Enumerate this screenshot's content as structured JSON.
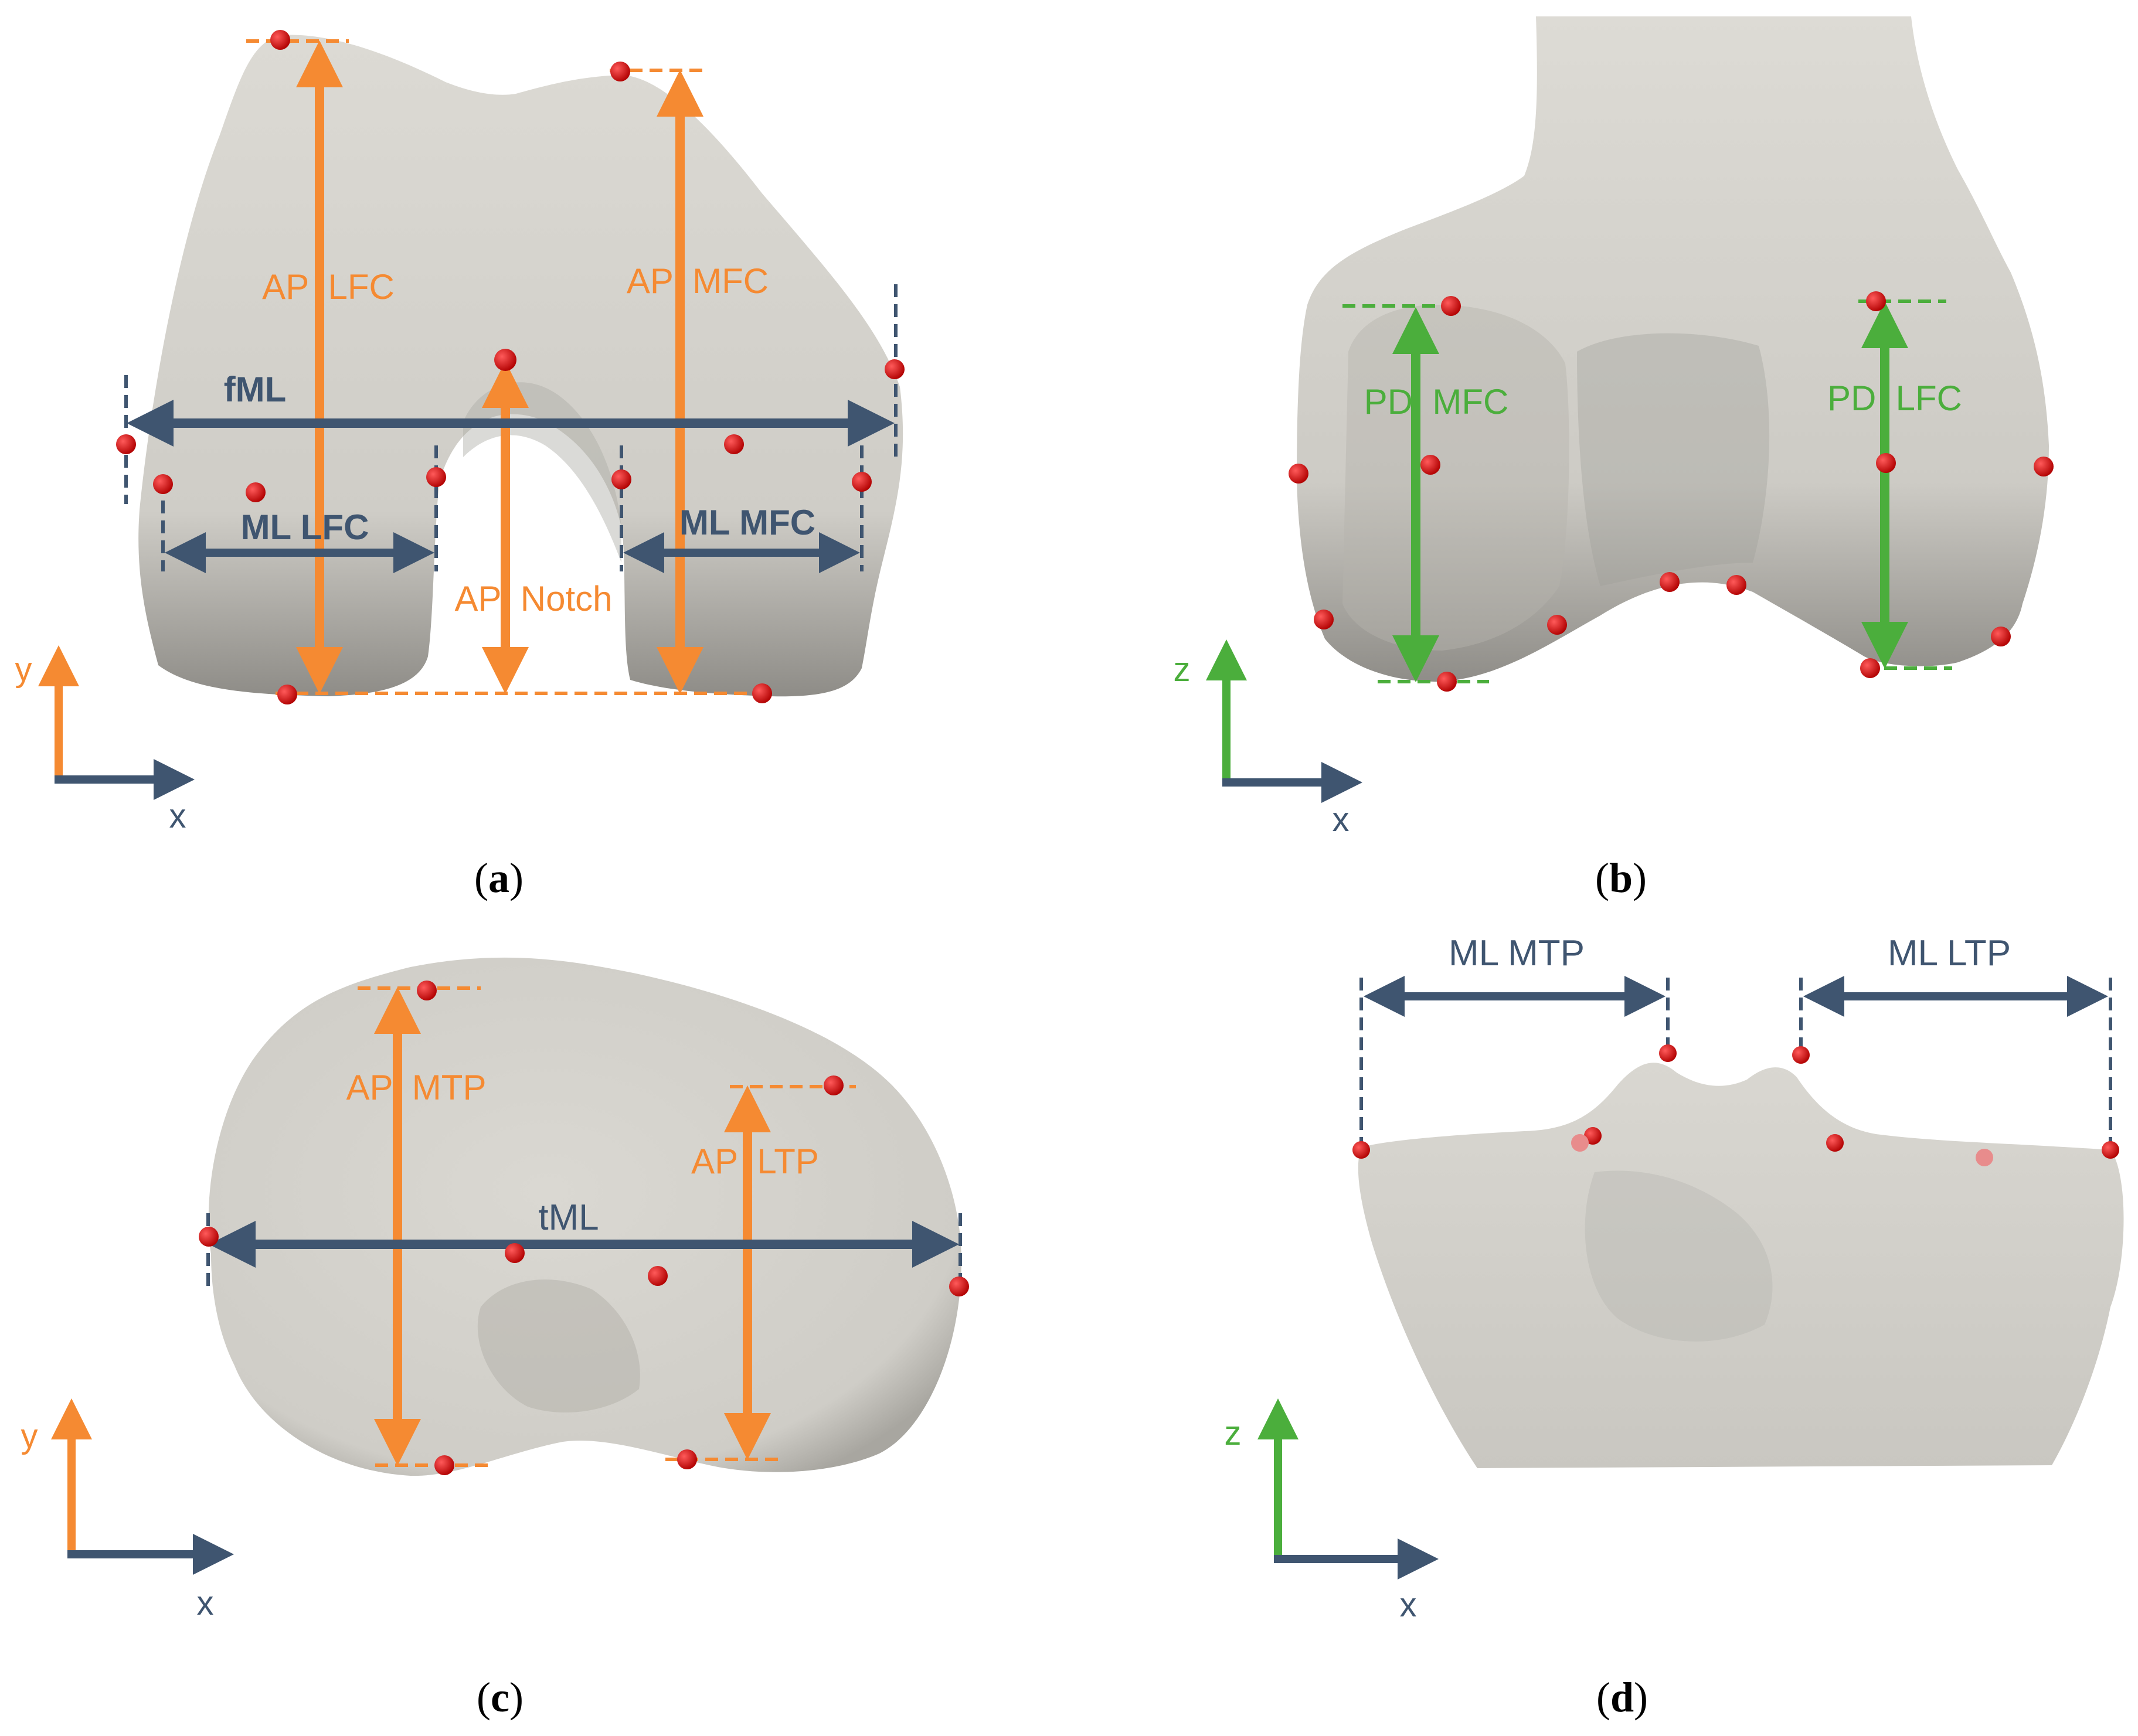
{
  "colors": {
    "orange": "#F58A32",
    "navy": "#3F5570",
    "green": "#4BAE3C",
    "bone": "#D7D5CF",
    "bone_shadow": "#9C9A94",
    "landmark": "#D40B0B"
  },
  "panels": {
    "a": {
      "caption_open": "(",
      "caption_letter": "a",
      "caption_close": ")",
      "ap_lfc": "AP  LFC",
      "ap_mfc": "AP  MFC",
      "ap_notch": "AP  Notch",
      "fml": "fML",
      "ml_lfc": "ML LFC",
      "ml_mfc": "ML MFC",
      "axis_x": "x",
      "axis_y": "y"
    },
    "b": {
      "caption_open": "(",
      "caption_letter": "b",
      "caption_close": ")",
      "pd_mfc": "PD  MFC",
      "pd_lfc": "PD  LFC",
      "axis_x": "x",
      "axis_z": "z"
    },
    "c": {
      "caption_open": "(",
      "caption_letter": "c",
      "caption_close": ")",
      "ap_mtp": "AP  MTP",
      "ap_ltp": "AP  LTP",
      "tml": "tML",
      "axis_x": "x",
      "axis_y": "y"
    },
    "d": {
      "caption_open": "(",
      "caption_letter": "d",
      "caption_close": ")",
      "ml_mtp": "ML MTP",
      "ml_ltp": "ML LTP",
      "axis_x": "x",
      "axis_z": "z"
    }
  }
}
